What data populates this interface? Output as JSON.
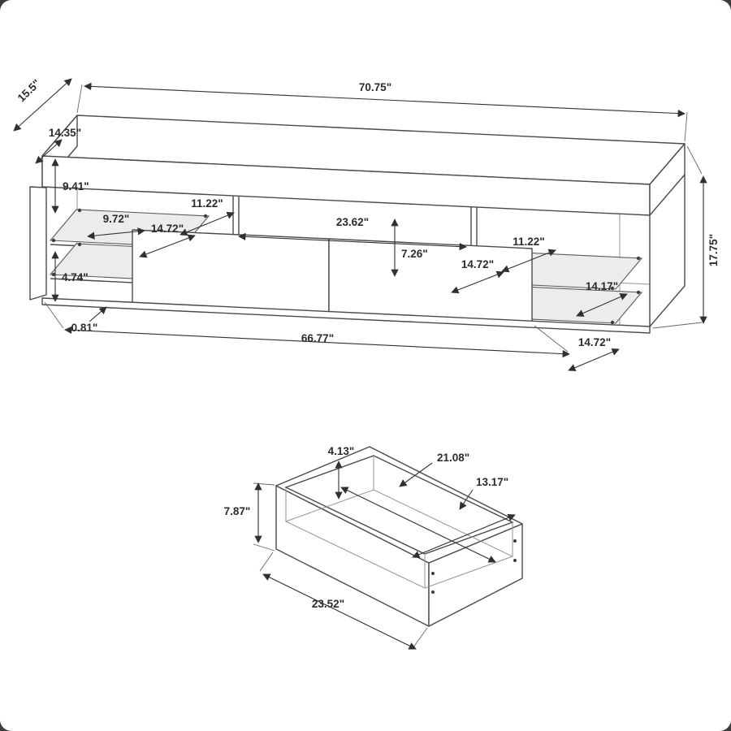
{
  "diagram": {
    "kind": "furniture-dimension-drawing",
    "views": [
      "tv-console",
      "drawer-detail"
    ]
  },
  "console": {
    "labels": {
      "width_top": "70.75\"",
      "depth": "15.5\"",
      "inner_depth": "14.35\"",
      "upper_left_height": "9.41\"",
      "left_shelf_clearance": "11.22\"",
      "left_shelf_width": "9.72\"",
      "left_shelf_depth": "14.72\"",
      "middle_opening_width": "23.62\"",
      "middle_opening_height": "7.26\"",
      "right_shelf_clearance": "11.22\"",
      "right_shelf_depth_upper": "14.72\"",
      "right_opening_width": "14.17\"",
      "lower_left_height": "4.74\"",
      "base_thickness": "0.81\"",
      "bottom_width": "66.77\"",
      "right_shelf_depth_lower": "14.72\"",
      "overall_height": "17.75\""
    }
  },
  "drawer": {
    "labels": {
      "inner_height": "4.13\"",
      "inner_width": "21.08\"",
      "inner_depth": "13.17\"",
      "front_height": "7.87\"",
      "front_width": "23.52\""
    }
  },
  "colors": {
    "line": "#4a4a4a",
    "dimension": "#303030",
    "text": "#2b2b2b",
    "glass": "#ececec",
    "background": "#ffffff"
  }
}
